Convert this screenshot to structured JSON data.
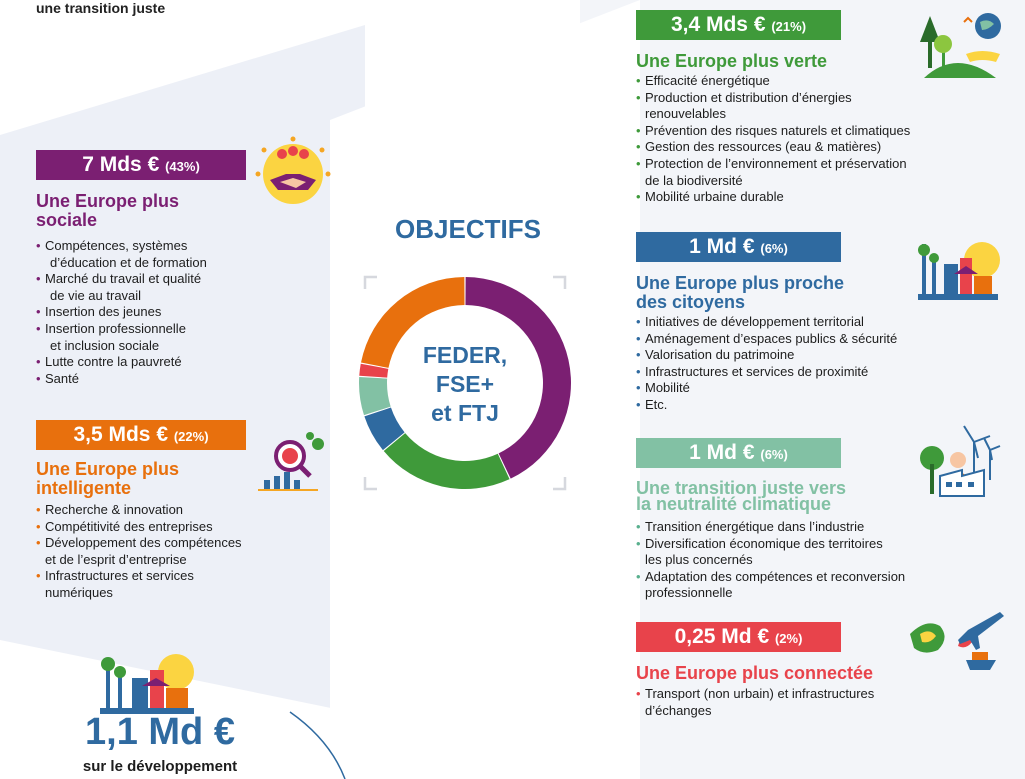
{
  "header": {
    "top_text": "une transition juste"
  },
  "center": {
    "objectifs": "OBJECTIFS",
    "fund_line1": "FEDER,",
    "fund_line2": "FSE+",
    "fund_line3": "et FTJ"
  },
  "chart_data": {
    "type": "pie",
    "categories": [
      "Une Europe plus sociale",
      "Une Europe plus verte",
      "Une Europe plus proche des citoyens",
      "Une transition juste vers la neutralité climatique",
      "Une Europe plus connectée",
      "Une Europe plus intelligente"
    ],
    "values": [
      43,
      21,
      6,
      6,
      2,
      22
    ],
    "colors": [
      "#7b1f72",
      "#3f9a3a",
      "#2f6aa0",
      "#82c1a4",
      "#e8434b",
      "#e8700d"
    ]
  },
  "sections": {
    "sociale": {
      "amount": "7 Mds €",
      "pct": "(43%)",
      "color": "#7b1f72",
      "title1": "Une Europe plus",
      "title2": "sociale",
      "items": [
        "Compétences, systèmes",
        "d’éducation et de formation",
        "Marché du travail et qualité",
        "de vie au travail",
        "Insertion des jeunes",
        "Insertion professionnelle",
        "et inclusion sociale",
        "Lutte contre la pauvreté",
        "Santé"
      ]
    },
    "intelligente": {
      "amount": "3,5 Mds €",
      "pct": "(22%)",
      "color": "#e8700d",
      "title1": "Une Europe plus",
      "title2": "intelligente",
      "items": [
        "Recherche & innovation",
        "Compétitivité des entreprises",
        "Développement des compétences",
        "et de l’esprit d’entreprise",
        "Infrastructures et services",
        "numériques"
      ]
    },
    "verte": {
      "amount": "3,4 Mds €",
      "pct": "(21%)",
      "color": "#3f9a3a",
      "title1": "Une Europe plus verte",
      "items": [
        "Efficacité énergétique",
        "Production et distribution d’énergies",
        "renouvelables",
        "Prévention des risques naturels et climatiques",
        "Gestion des ressources (eau & matières)",
        "Protection de l’environnement et préservation",
        "de la biodiversité",
        "Mobilité urbaine durable"
      ]
    },
    "citoyens": {
      "amount": "1 Md €",
      "pct": "(6%)",
      "color": "#2f6aa0",
      "title1": "Une Europe plus proche",
      "title2": "des citoyens",
      "items": [
        "Initiatives de développement territorial",
        "Aménagement d’espaces publics & sécurité",
        "Valorisation du patrimoine",
        "Infrastructures et services de proximité",
        "Mobilité",
        "Etc."
      ]
    },
    "transition": {
      "amount": "1 Md €",
      "pct": "(6%)",
      "color": "#82c1a4",
      "title1": "Une transition juste vers",
      "title2": "la neutralité climatique",
      "items": [
        "Transition énergétique dans l’industrie",
        "Diversification économique des territoires",
        "les plus concernés",
        "Adaptation des compétences et reconversion",
        "professionnelle"
      ]
    },
    "connectee": {
      "amount": "0,25 Md €",
      "pct": "(2%)",
      "color": "#e8434b",
      "title1": "Une Europe plus connectée",
      "items": [
        "Transport (non urbain) et infrastructures",
        "d’échanges"
      ]
    }
  },
  "bottom": {
    "big_amount": "1,1 Md €",
    "caption": "sur le développement"
  },
  "icons": [
    "handshake-people-icon",
    "magnifier-chart-icon",
    "trees-hand-globe-icon",
    "village-houses-icon",
    "factory-windmill-icon",
    "plane-boat-map-icon",
    "village-houses-icon"
  ]
}
